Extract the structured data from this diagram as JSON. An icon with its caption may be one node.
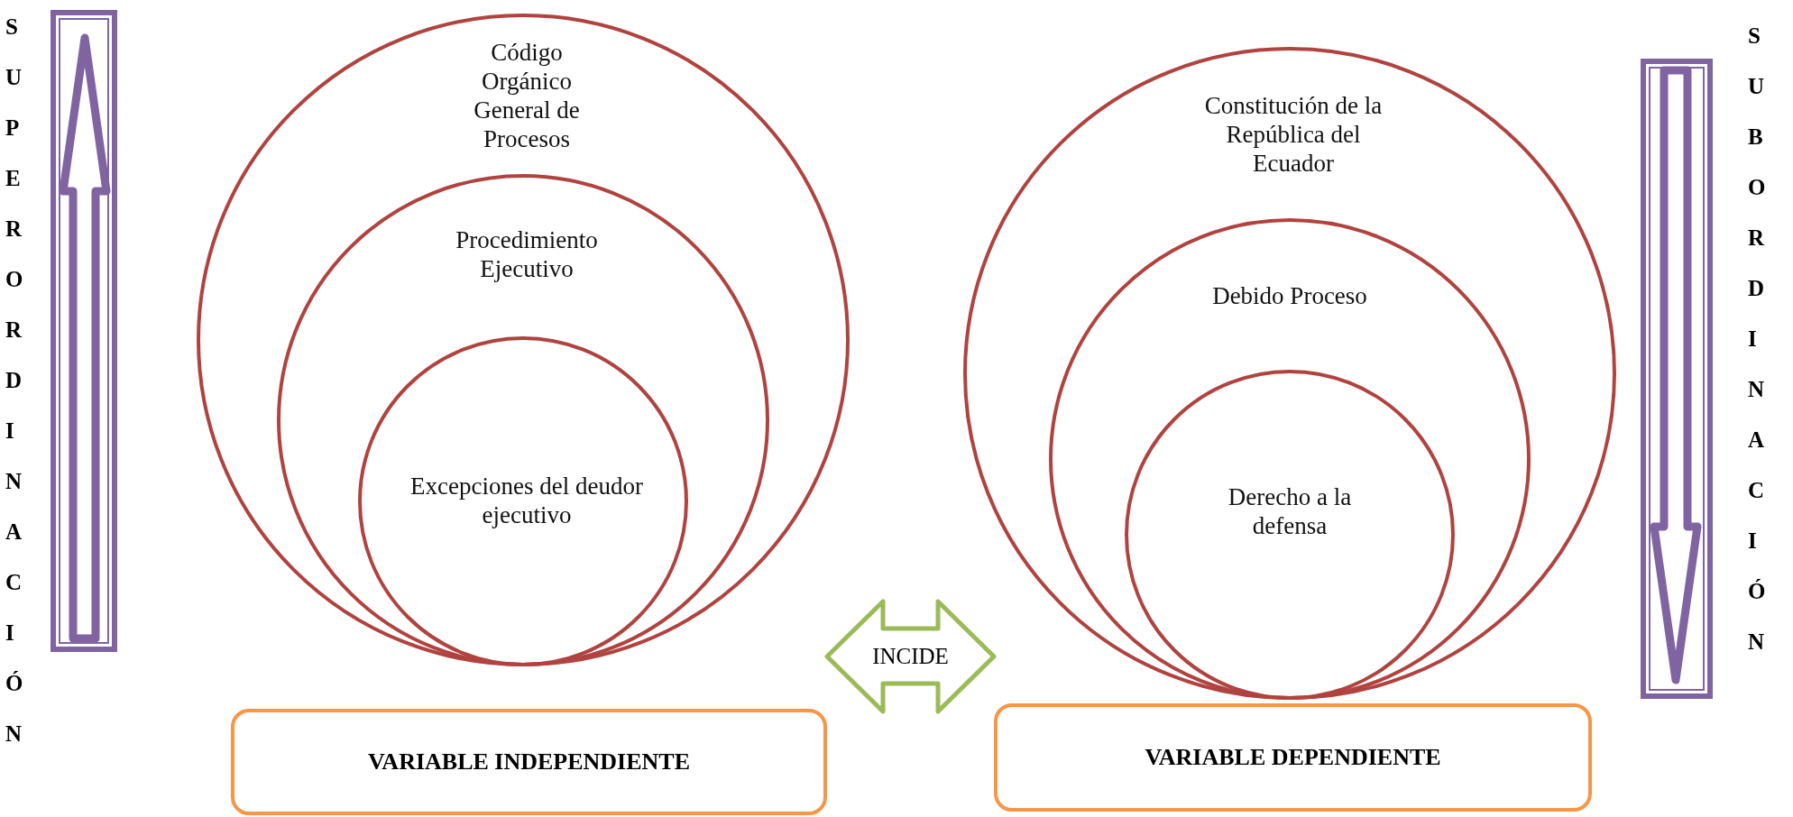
{
  "diagram": {
    "nodes": [
      {
        "text": [
          "Código Orgánico General de Procesos"
        ]
      },
      {
        "text": [
          "Procedimiento Ejecutivo"
        ],
        "in": 0
      },
      {
        "text": [
          "Excepciones del deudor ejecutivo"
        ],
        "in": 1
      },
      {
        "text": [
          "VARIABLE INDEPENDIENTE"
        ]
      },
      {
        "text": [
          "Constitución de la República del Ecuador"
        ]
      },
      {
        "text": [
          "Debido Proceso"
        ],
        "in": 4
      },
      {
        "text": [
          "Derecho a la defensa"
        ],
        "in": 5
      },
      {
        "text": [
          "VARIABLE DEPENDIENTE"
        ]
      }
    ],
    "edges": [
      {
        "from": 3,
        "to": 7,
        "arrow": "both",
        "label": "INCIDE"
      }
    ],
    "labels": [
      "SUPERORDINACIÓN",
      "SUBORDINACIÓN"
    ]
  }
}
